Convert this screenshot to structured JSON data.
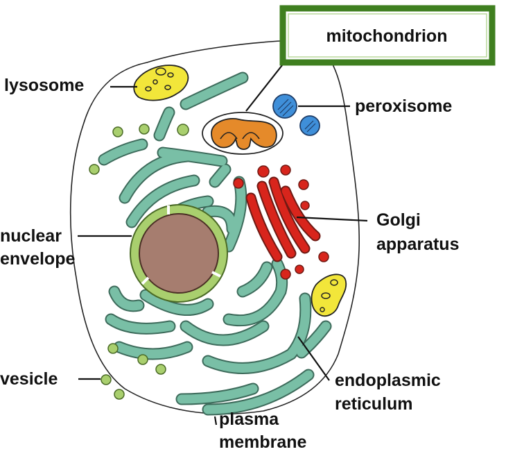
{
  "highlight": {
    "label": "mitochondrion",
    "border_color": "#3f7f1f"
  },
  "labels": {
    "lysosome": "lysosome",
    "peroxisome": "peroxisome",
    "nuclear_envelope": [
      "nuclear",
      "envelope"
    ],
    "golgi": [
      "Golgi",
      "apparatus"
    ],
    "vesicle": "vesicle",
    "er": [
      "endoplasmic",
      "reticulum"
    ],
    "plasma_membrane": [
      "plasma",
      "membrane"
    ]
  },
  "colors": {
    "er": "#79bfa6",
    "golgi": "#d8251c",
    "nucleus": "#a67d6f",
    "nuclear_envelope": "#a9cf6e",
    "lysosome": "#f2e63a",
    "peroxisome": "#3f8fd9",
    "mitochondrion": "#e58a2a",
    "vesicle": "#a9cf6e"
  }
}
